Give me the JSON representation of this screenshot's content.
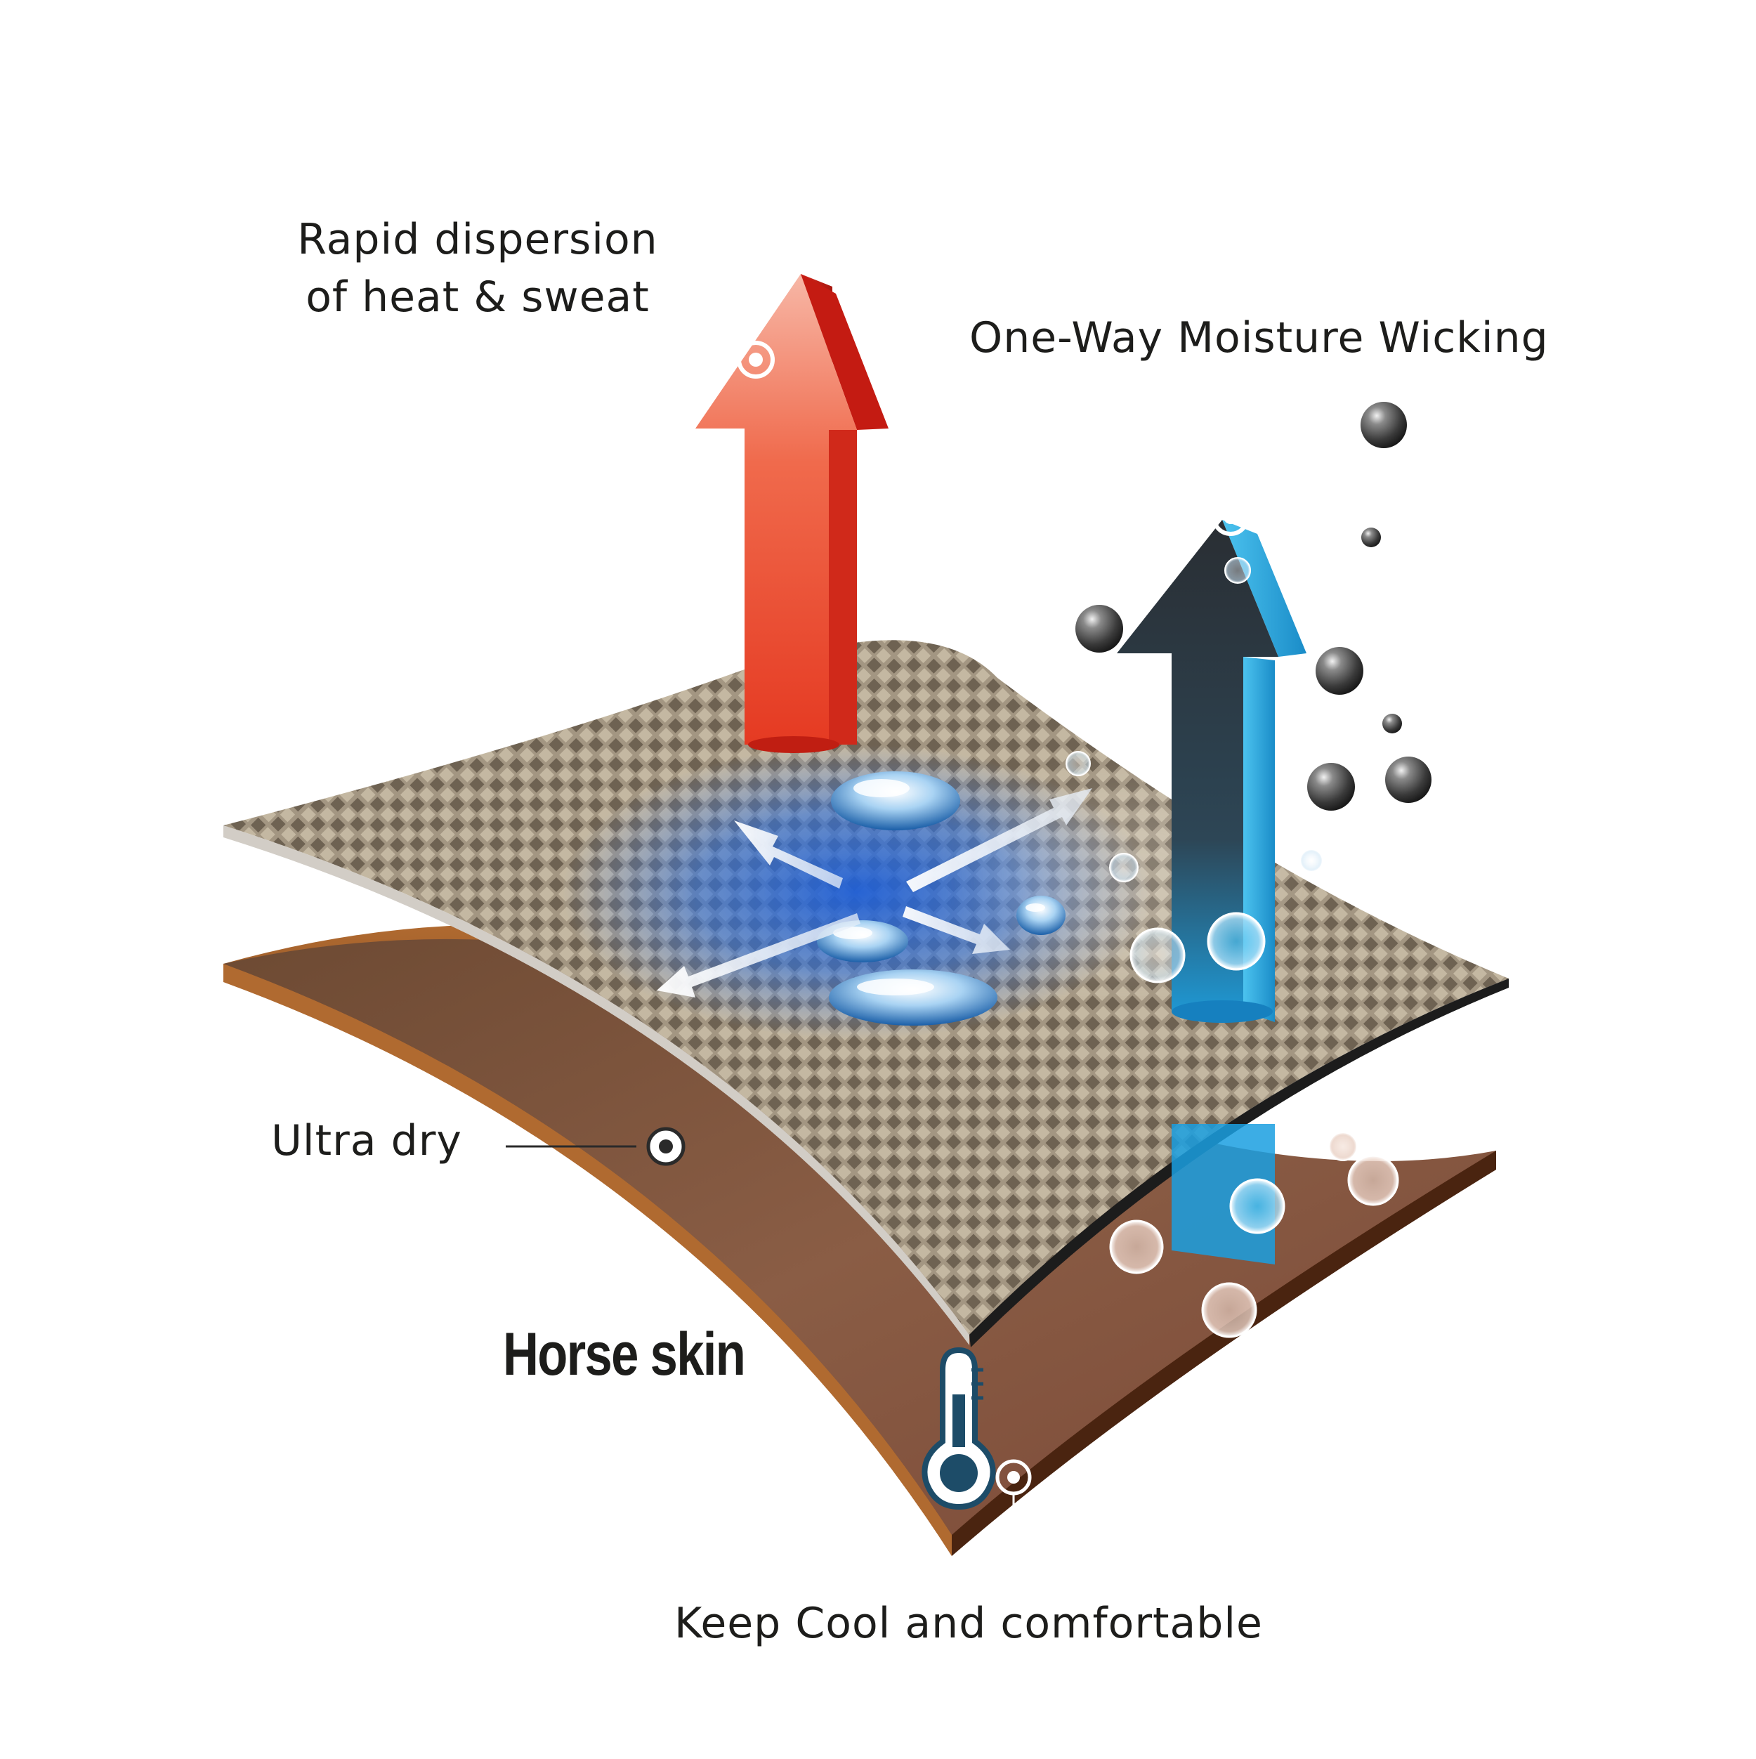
{
  "labels": {
    "heat_line1": "Rapid dispersion",
    "heat_line2": "of heat & sweat",
    "wicking": "One-Way Moisture Wicking",
    "dry": "Ultra dry",
    "skin": "Horse skin",
    "cool": "Keep Cool and comfortable"
  },
  "colors": {
    "heat_arrow": "#e8412c",
    "wicking_arrow_dark": "#2a2f36",
    "wicking_arrow_blue": "#1e9fd8",
    "fabric": "#9d8f7d",
    "skin": "#8a5530",
    "moisture_glow": "#1f5fd6"
  },
  "icons": [
    "target-icon",
    "thermometer-icon",
    "water-droplet-icon",
    "bubble-icon"
  ]
}
